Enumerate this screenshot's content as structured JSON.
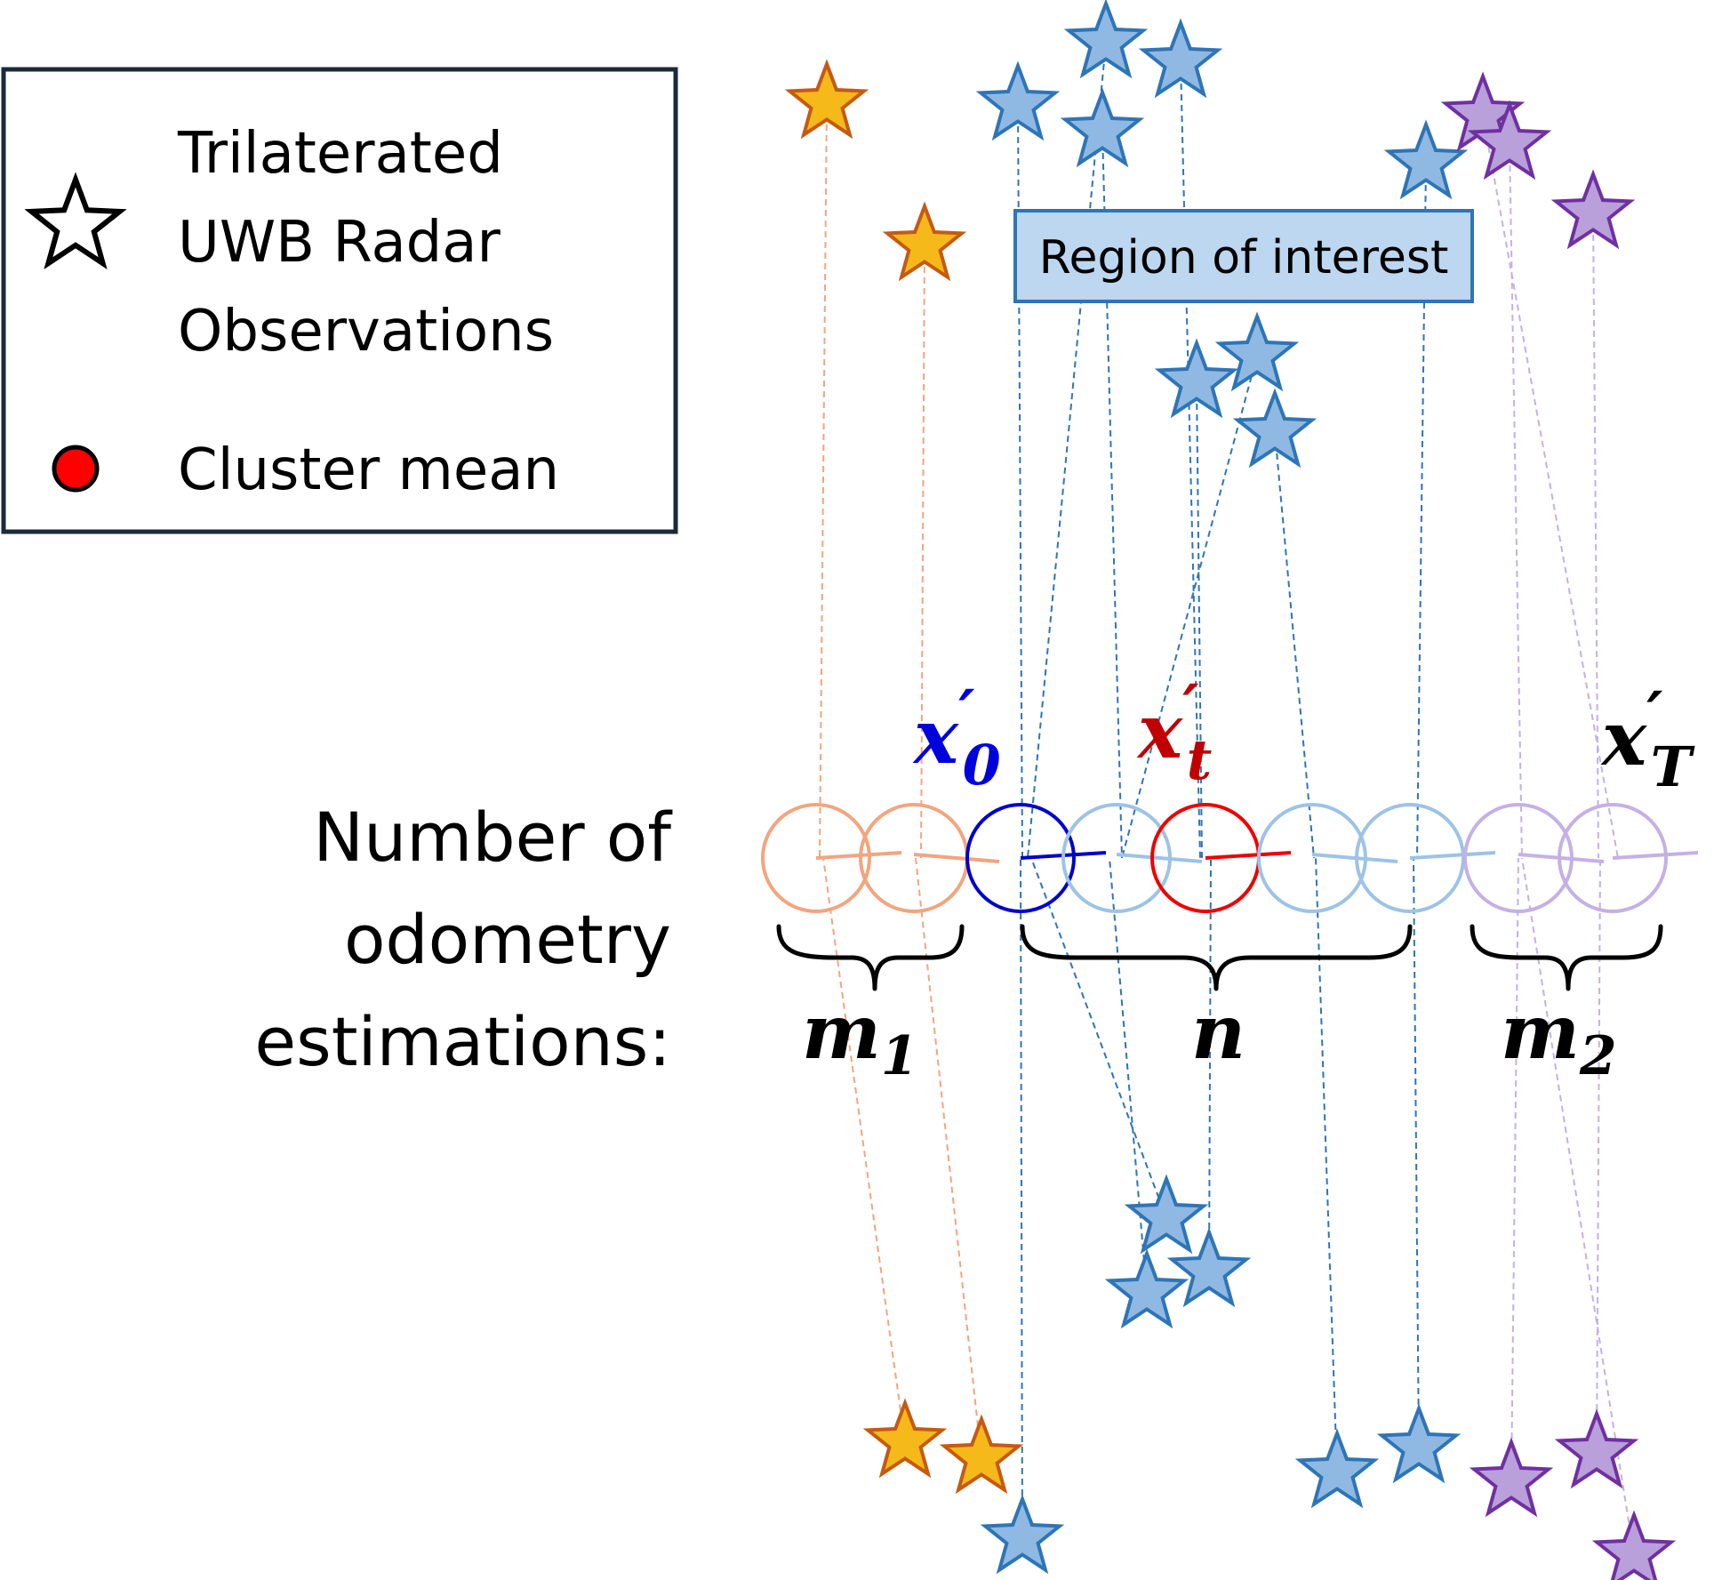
{
  "legend": {
    "star_label_lines": [
      "Trilaterated",
      "UWB Radar",
      "Observations"
    ],
    "mean_label": "Cluster mean",
    "star_icon": "star-outline-icon",
    "mean_icon": "red-dot-icon",
    "mean_color": "#ff0000"
  },
  "region_of_interest": {
    "label": "Region of interest",
    "fill": "#bcd7ef",
    "stroke": "#2e75b6"
  },
  "row_title_lines": [
    "Number of",
    "odometry",
    "estimations:"
  ],
  "pose_labels": [
    {
      "base": "x",
      "prime": "′",
      "sub": "0",
      "color": "#0000dd"
    },
    {
      "base": "x",
      "prime": "′",
      "sub": "t",
      "color": "#c00000"
    },
    {
      "base": "x",
      "prime": "′",
      "sub": "T",
      "color": "#000000"
    }
  ],
  "brace_labels": [
    {
      "base": "m",
      "sub": "1"
    },
    {
      "base": "n",
      "sub": ""
    },
    {
      "base": "m",
      "sub": "2"
    }
  ],
  "colors": {
    "orange_fill": "#f5b91a",
    "orange_stroke": "#c55a11",
    "orange_circle": "#f2a57e",
    "blue_fill": "#8fb9e3",
    "blue_stroke": "#2e75b6",
    "blue_circle_dark": "#0000cc",
    "blue_circle_light": "#9dc3e6",
    "red_circle": "#ee0000",
    "purple_fill": "#b9a0db",
    "purple_stroke": "#7030a0",
    "purple_circle": "#c5b0e6"
  }
}
